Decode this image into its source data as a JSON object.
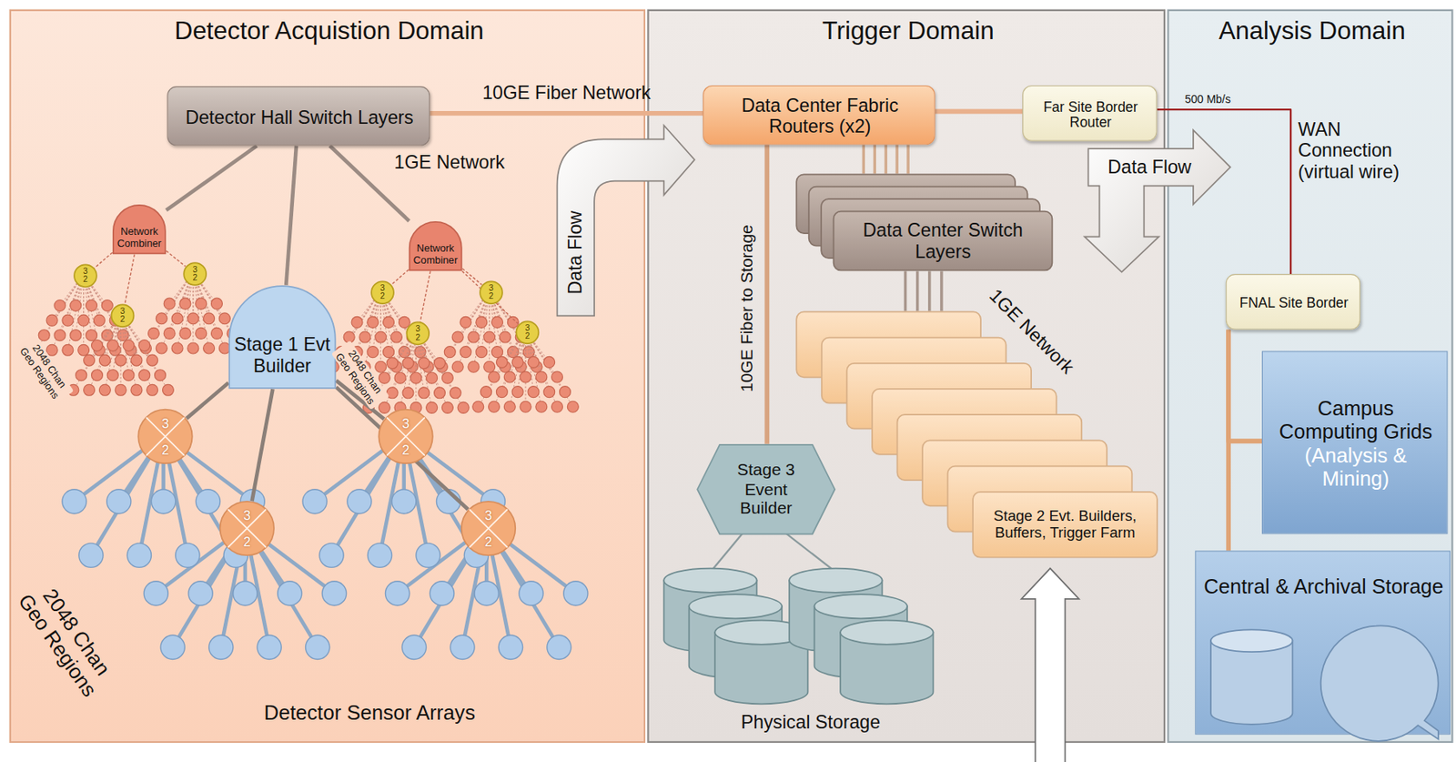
{
  "diagram": {
    "nodes": [
      {
        "text": [
          "Detector Acquistion Domain"
        ]
      },
      {
        "text": [
          "Trigger Domain"
        ]
      },
      {
        "text": [
          "Analysis Domain"
        ]
      },
      {
        "text": [
          "Detector Hall Switch Layers"
        ],
        "in": 0
      },
      {
        "text": [
          "Network Combiner"
        ],
        "in": 0
      },
      {
        "text": [
          "Network Combiner"
        ],
        "in": 0
      },
      {
        "text": [
          "Stage 1 Evt Builder"
        ],
        "in": 0
      },
      {
        "text": [
          "3",
          "2"
        ],
        "in": 0
      },
      {
        "text": [
          "3",
          "2"
        ],
        "in": 0
      },
      {
        "text": [
          "3",
          "2"
        ],
        "in": 0
      },
      {
        "text": [
          "3",
          "2"
        ],
        "in": 0
      },
      {
        "text": [
          "3",
          "2"
        ],
        "in": 0
      },
      {
        "text": [
          "3",
          "2"
        ],
        "in": 0
      },
      {
        "text": [
          "3",
          "2"
        ],
        "in": 0
      },
      {
        "text": [
          "3",
          "2"
        ],
        "in": 0
      },
      {
        "text": [
          "3",
          "2"
        ],
        "in": 0
      },
      {
        "text": [
          "3",
          "2"
        ],
        "in": 0
      },
      {
        "text": [
          "3",
          "2"
        ],
        "in": 0
      },
      {
        "text": [
          "Data Center Fabric Routers (x2)"
        ],
        "in": 1
      },
      {
        "text": [
          "Far Site Border Router"
        ],
        "in": 1
      },
      {
        "text": [
          "Data Center Switch Layers"
        ],
        "in": 1
      },
      {
        "text": [
          "Stage 2 Evt. Builders, Buffers, Trigger Farm"
        ],
        "in": 1
      },
      {
        "text": [
          "Stage 3 Event Builder"
        ],
        "in": 1
      },
      {
        "text": [
          "FNAL Site Border"
        ],
        "in": 2
      },
      {
        "text": [
          "Campus Computing Grids",
          "(Analysis & Mining)"
        ],
        "in": 2
      },
      {
        "text": [
          "Central & Archival Storage"
        ],
        "in": 2
      }
    ],
    "edges": [
      {
        "from": 3,
        "to": 18,
        "label": "10GE Fiber Network",
        "arrow": "none"
      },
      {
        "from": 3,
        "to": 4,
        "arrow": "none"
      },
      {
        "from": 3,
        "to": 6,
        "arrow": "none"
      },
      {
        "from": 3,
        "to": 5,
        "arrow": "none"
      },
      {
        "from": 4,
        "to": 7,
        "arrow": "none"
      },
      {
        "from": 4,
        "to": 8,
        "arrow": "none"
      },
      {
        "from": 4,
        "to": 9,
        "arrow": "none"
      },
      {
        "from": 5,
        "to": 10,
        "arrow": "none"
      },
      {
        "from": 5,
        "to": 11,
        "arrow": "none"
      },
      {
        "from": 5,
        "to": 12,
        "arrow": "none"
      },
      {
        "from": 5,
        "to": 13,
        "arrow": "none"
      },
      {
        "from": 6,
        "to": 14,
        "arrow": "none"
      },
      {
        "from": 6,
        "to": 15,
        "arrow": "none"
      },
      {
        "from": 6,
        "to": 16,
        "arrow": "none"
      },
      {
        "from": 6,
        "to": 17,
        "arrow": "none"
      },
      {
        "from": 18,
        "to": 19,
        "arrow": "none"
      },
      {
        "from": 19,
        "to": 23,
        "label": "500 Mb/s",
        "arrow": "none"
      },
      {
        "from": 18,
        "to": 20,
        "arrow": "none"
      },
      {
        "from": 20,
        "to": 21,
        "arrow": "none"
      },
      {
        "from": 18,
        "to": 22,
        "arrow": "none"
      },
      {
        "from": 23,
        "to": 24,
        "arrow": "none"
      },
      {
        "from": 23,
        "to": 25,
        "arrow": "none"
      }
    ],
    "labels": [
      "1GE Network",
      "2048 Chan Geo Regions",
      "2048 Chan Geo Regions",
      "2048 Chan Geo Regions",
      "Detector Sensor Arrays",
      "Data Flow",
      "10GE Fiber to Storage",
      "1GE Network",
      "Data Flow",
      "Physical Storage",
      "WAN Connection (virtual wire)"
    ]
  }
}
